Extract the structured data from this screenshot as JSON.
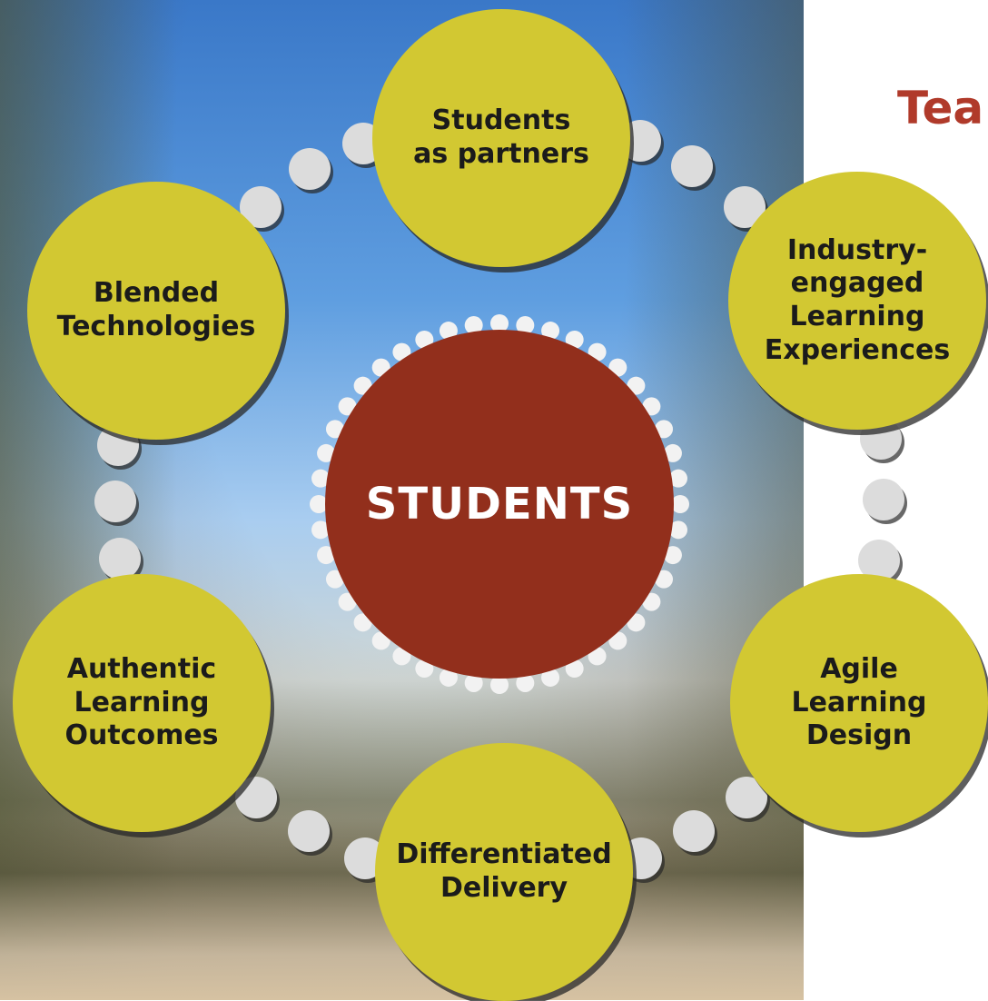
{
  "center": {
    "label": "STUDENTS"
  },
  "side_title": "Tea",
  "colors": {
    "bubble": "#d2c832",
    "center": "#922f1c",
    "dot": "#dcdcdc",
    "title": "#b03a2a"
  },
  "nodes": [
    {
      "label": "Students\nas partners"
    },
    {
      "label": "Industry-\nengaged\nLearning\nExperiences"
    },
    {
      "label": "Agile\nLearning\nDesign"
    },
    {
      "label": "Differentiated\nDelivery"
    },
    {
      "label": "Authentic\nLearning\nOutcomes"
    },
    {
      "label": "Blended\nTechnologies"
    }
  ]
}
